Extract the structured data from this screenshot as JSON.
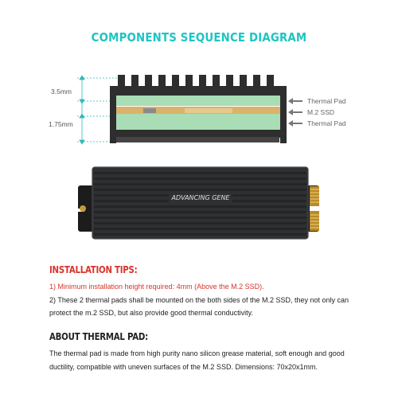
{
  "title": "COMPONENTS SEQUENCE DIAGRAM",
  "colors": {
    "title": "#1fc4c4",
    "heatsink": "#2e2e2e",
    "thermal_pad": "#a8ddb5",
    "ssd_board": "#d9b36a",
    "installation_heading": "#d8342c",
    "about_heading": "#222222"
  },
  "diagram": {
    "dimensions": [
      "3.5mm",
      "1.75mm"
    ],
    "layers": [
      "Thermal Pad",
      "M.2 SSD",
      "Thermal Pad"
    ]
  },
  "product": {
    "brand": "ADVANCING GENE"
  },
  "installation": {
    "heading": "INSTALLATION TIPS:",
    "tip1": "1) Minimum installation height required: 4mm (Above the M.2 SSD).",
    "tip2_line1": "2) These 2 thermal pads shall be mounted on the both sides of the M.2 SSD, they not only can",
    "tip2_line2": "protect the m.2 SSD, but also provide good thermal conductivity."
  },
  "about": {
    "heading": "ABOUT THERMAL PAD:",
    "line1": "The thermal pad is made from high purity nano silicon grease material, soft enough and good",
    "line2": "ductility, compatible with uneven surfaces of the M.2 SSD. Dimensions: 70x20x1mm."
  }
}
